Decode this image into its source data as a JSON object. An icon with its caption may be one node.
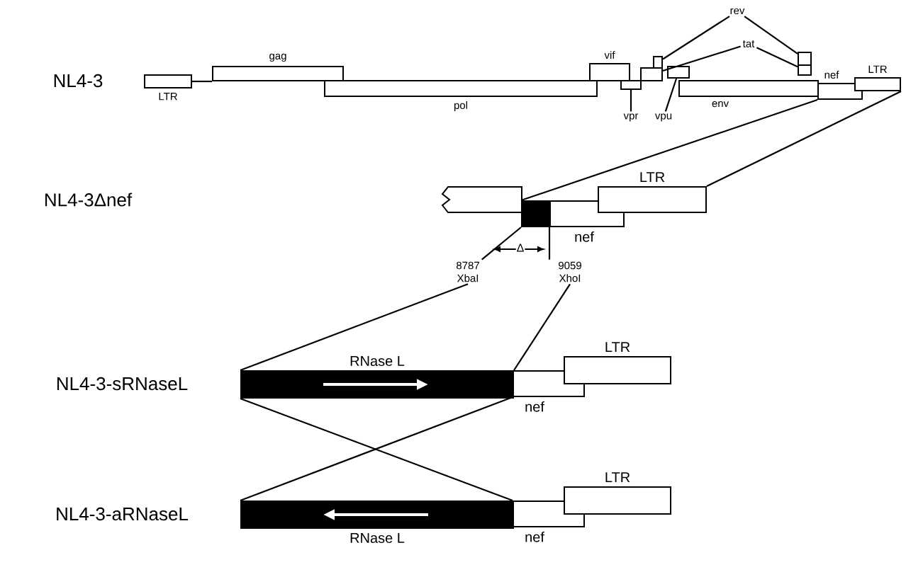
{
  "diagram": {
    "nodes": [
      {
        "text": [
          "LTR"
        ]
      },
      {
        "text": [
          "gag"
        ]
      },
      {
        "text": [
          "pol"
        ]
      },
      {
        "text": [
          "vif"
        ]
      },
      {
        "text": [],
        "shape": "box"
      },
      {
        "text": [],
        "shape": "box"
      },
      {
        "text": [],
        "shape": "box"
      },
      {
        "text": [],
        "shape": "box"
      },
      {
        "text": [
          "env"
        ]
      },
      {
        "text": [
          "nef"
        ]
      },
      {
        "text": [
          "LTR"
        ]
      },
      {
        "text": [],
        "shape": "box"
      },
      {
        "text": [],
        "shape": "box"
      },
      {
        "text": [
          "rev"
        ]
      },
      {
        "text": [
          "tat"
        ]
      },
      {
        "text": [
          "vpr"
        ]
      },
      {
        "text": [
          "vpu"
        ]
      },
      {
        "text": [],
        "shape": "box"
      },
      {
        "text": [],
        "shape": "box"
      },
      {
        "text": [
          "nef"
        ]
      },
      {
        "text": [
          "LTR"
        ]
      },
      {
        "text": [
          "RNase L"
        ]
      },
      {
        "text": [
          "nef"
        ]
      },
      {
        "text": [
          "LTR"
        ]
      },
      {
        "text": [
          "RNase L"
        ]
      },
      {
        "text": [
          "nef"
        ]
      },
      {
        "text": [
          "LTR"
        ]
      },
      {
        "text": [
          "8787",
          "XbaI"
        ]
      },
      {
        "text": [
          "9059",
          "XhoI"
        ]
      }
    ],
    "edges": [
      {
        "from": 13,
        "to": 5,
        "arrow": "none"
      },
      {
        "from": 13,
        "to": 11,
        "arrow": "none"
      },
      {
        "from": 14,
        "to": 6,
        "arrow": "none"
      },
      {
        "from": 14,
        "to": 12,
        "arrow": "none"
      },
      {
        "from": 15,
        "to": 4,
        "arrow": "none"
      },
      {
        "from": 16,
        "to": 7,
        "arrow": "none"
      },
      {
        "from": 0,
        "to": 1,
        "arrow": "none"
      },
      {
        "from": 9,
        "to": 18,
        "arrow": "none"
      },
      {
        "from": 10,
        "to": 20,
        "arrow": "none"
      },
      {
        "from": 18,
        "to": 27,
        "arrow": "none"
      },
      {
        "from": 28,
        "to": 19,
        "arrow": "none"
      },
      {
        "from": 27,
        "to": 21,
        "arrow": "none"
      },
      {
        "from": 28,
        "to": 21,
        "arrow": "none"
      },
      {
        "from": 21,
        "to": 25,
        "arrow": "none"
      },
      {
        "from": 22,
        "to": 24,
        "arrow": "none"
      }
    ],
    "labels": [
      "NL4-3",
      "NL4-3Δnef",
      "Δ",
      "NL4-3-sRNaseL",
      "NL4-3-aRNaseL"
    ]
  }
}
